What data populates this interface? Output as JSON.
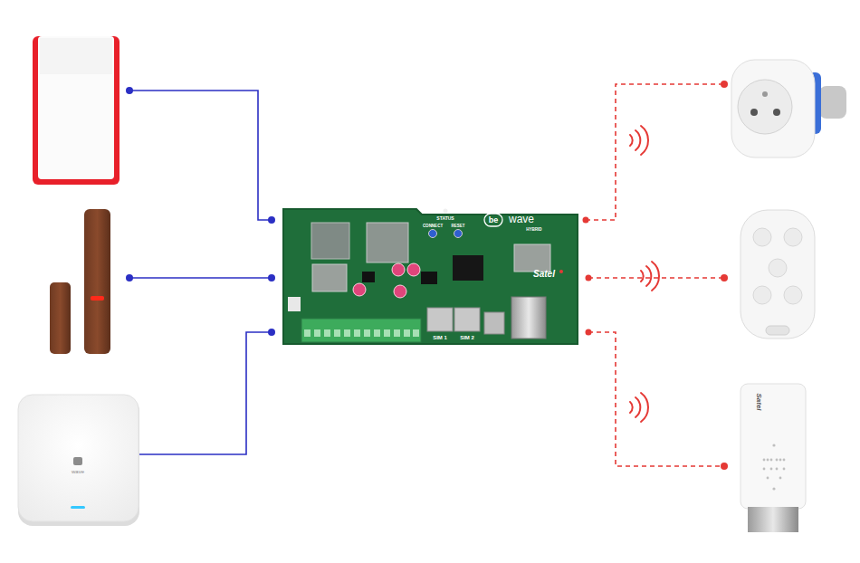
{
  "diagram": {
    "labels": [
      "STATUS",
      "CONNECT",
      "RESET",
      "be",
      "wave",
      "HYBRID",
      "Satel",
      "SIM 1",
      "SIM 2",
      "wave",
      "Satel"
    ]
  }
}
